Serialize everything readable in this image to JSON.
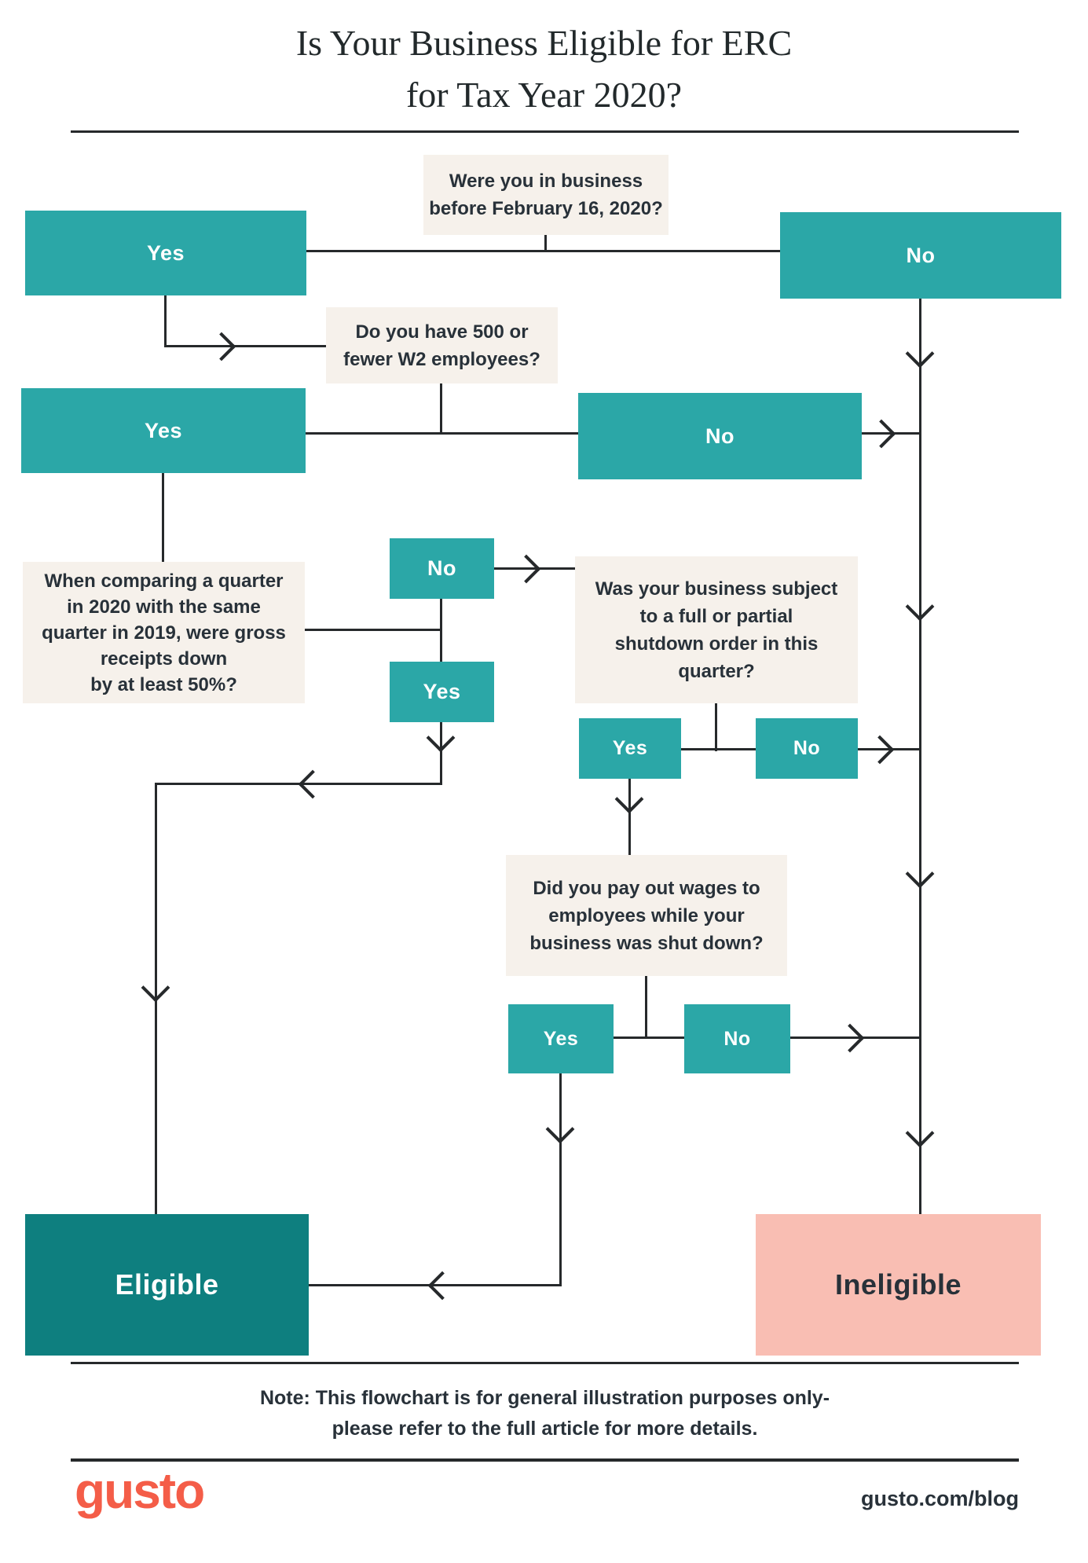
{
  "title": {
    "line1": "Is Your Business Eligible for ERC",
    "line2": "for Tax Year 2020?"
  },
  "flowchart": {
    "q_in_business": "Were you in business\nbefore February 16, 2020?",
    "q_w2_employees": "Do you have 500 or\nfewer W2 employees?",
    "q_gross_receipts": "When comparing a quarter\nin 2020 with the same\nquarter in 2019, were gross\nreceipts down\nby at least 50%?",
    "q_shutdown": "Was your business subject\nto a full or partial\nshutdown order in this\nquarter?",
    "q_wages": "Did you pay out wages to\nemployees while your\nbusiness was shut down?",
    "yes": "Yes",
    "no": "No",
    "eligible": "Eligible",
    "ineligible": "Ineligible"
  },
  "note": "Note: This flowchart is for general illustration purposes only-\nplease refer to the full article for more details.",
  "footer": {
    "logo_text": "gusto",
    "blog_url_text": "gusto.com/blog"
  },
  "colors": {
    "teal": "#2ba7a7",
    "dark_teal": "#0e7f7f",
    "pink": "#f9beb3",
    "cream": "#f6f1eb",
    "line": "#26292b",
    "coral": "#f45d48",
    "text_dark": "#283139"
  }
}
